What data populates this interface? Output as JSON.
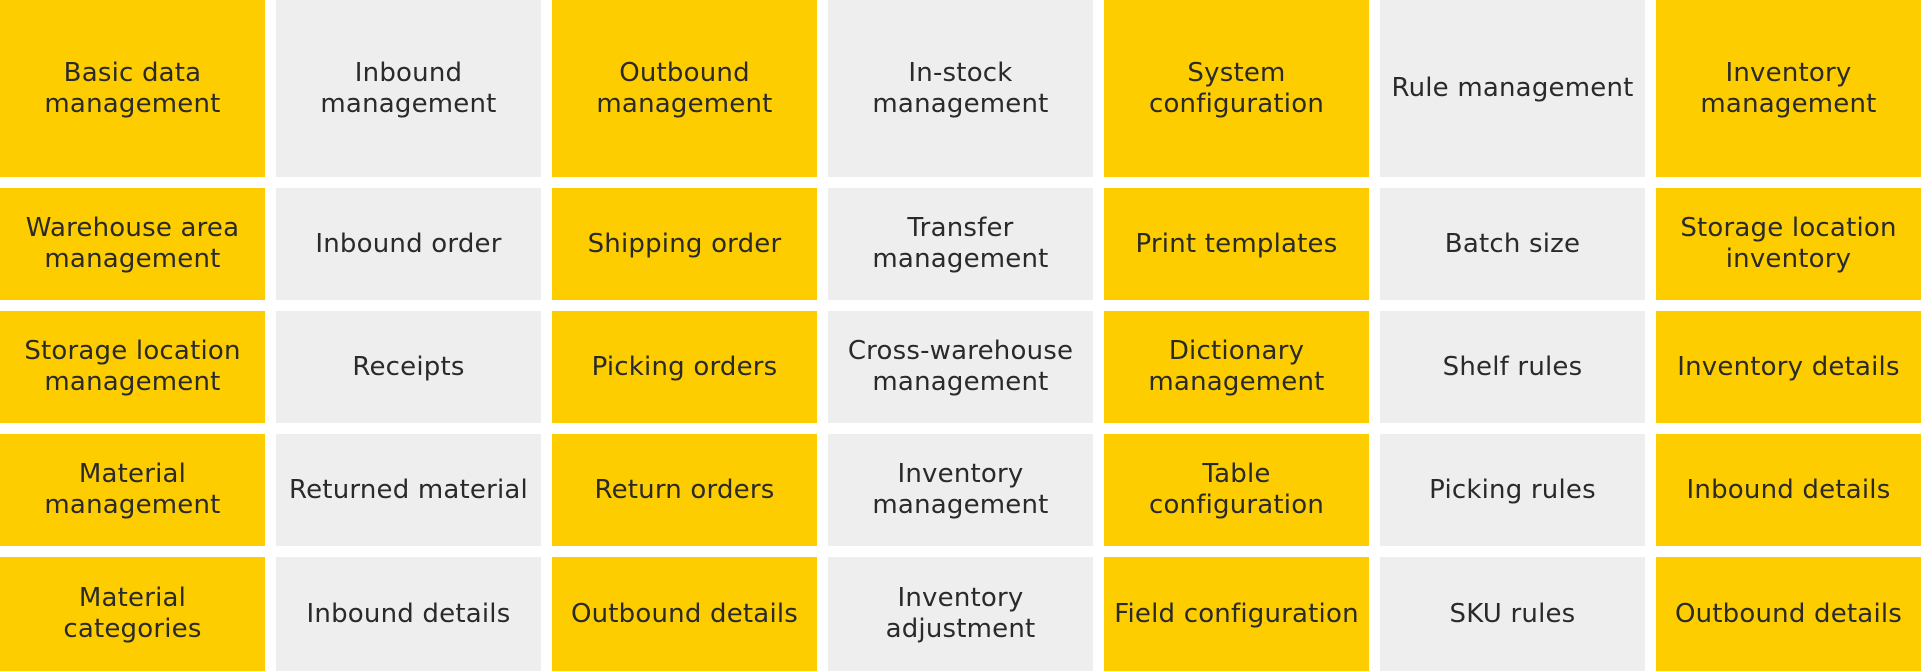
{
  "colors": {
    "yellow": "#fdcd00",
    "gray": "#eeeeee",
    "text": "#2a2a2a"
  },
  "columns": [
    {
      "header": "Basic data management",
      "items": [
        "Warehouse area management",
        "Storage location management",
        "Material management",
        "Material categories"
      ]
    },
    {
      "header": "Inbound management",
      "items": [
        "Inbound order",
        "Receipts",
        "Returned material",
        "Inbound details"
      ]
    },
    {
      "header": "Outbound management",
      "items": [
        "Shipping order",
        "Picking orders",
        "Return orders",
        "Outbound details"
      ]
    },
    {
      "header": "In-stock management",
      "items": [
        "Transfer management",
        "Cross-warehouse management",
        "Inventory management",
        "Inventory adjustment"
      ]
    },
    {
      "header": "System configuration",
      "items": [
        "Print templates",
        "Dictionary management",
        "Table configuration",
        "Field configuration"
      ]
    },
    {
      "header": "Rule management",
      "items": [
        "Batch size",
        "Shelf rules",
        "Picking rules",
        "SKU rules"
      ]
    },
    {
      "header": "Inventory management",
      "items": [
        "Storage location inventory",
        "Inventory details",
        "Inbound details",
        "Outbound details"
      ]
    }
  ]
}
